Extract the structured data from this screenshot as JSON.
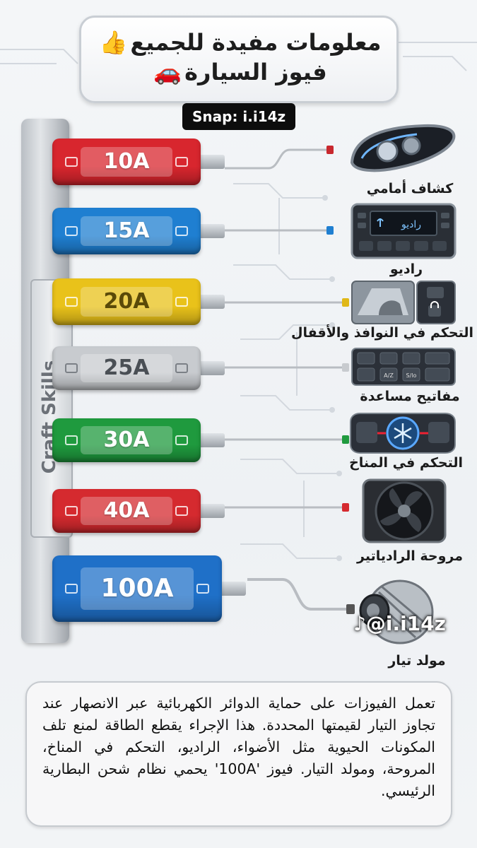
{
  "header": {
    "line1": "معلومات مفيدة للجميع",
    "line1_emoji": "👍",
    "line2": "فيوز السيارة",
    "line2_emoji": "🚗"
  },
  "snap_badge": "Snap: i.i14z",
  "rail_label": "Craft Skills",
  "fuses": [
    {
      "rating": "10A",
      "color": "#d8262e",
      "component": "كشاف أمامي",
      "icon": "headlight-icon"
    },
    {
      "rating": "15A",
      "color": "#1f7fd1",
      "component": "راديو",
      "icon": "radio-icon"
    },
    {
      "rating": "20A",
      "color": "#e9c21a",
      "component": "التحكم في النوافذ والأقفال",
      "icon": "window-lock-icon"
    },
    {
      "rating": "25A",
      "color": "#c8cbcf",
      "component": "مفاتيح مساعدة",
      "icon": "switch-panel-icon"
    },
    {
      "rating": "30A",
      "color": "#1f9a3e",
      "component": "التحكم في المناخ",
      "icon": "climate-control-icon"
    },
    {
      "rating": "40A",
      "color": "#d52a2f",
      "component": "مروحة الرادياتير",
      "icon": "radiator-fan-icon"
    },
    {
      "rating": "100A",
      "color": "#1f70c8",
      "component": "مولد تيار",
      "icon": "alternator-icon"
    }
  ],
  "radio_screen": "راديو",
  "ac_labels": [
    "A/Z",
    "S/lo"
  ],
  "tiktok": "@i.i14z",
  "description": "تعمل الفيوزات على حماية الدوائر الكهربائية عبر الانصهار عند تجاوز التيار لقيمتها المحددة. هذا الإجراء يقطع الطاقة لمنع تلف المكونات الحيوية مثل الأضواء، الراديو، التحكم في المناخ، المروحة، ومولد التيار. فيوز '100A' يحمي نظام شحن البطارية الرئيسي."
}
